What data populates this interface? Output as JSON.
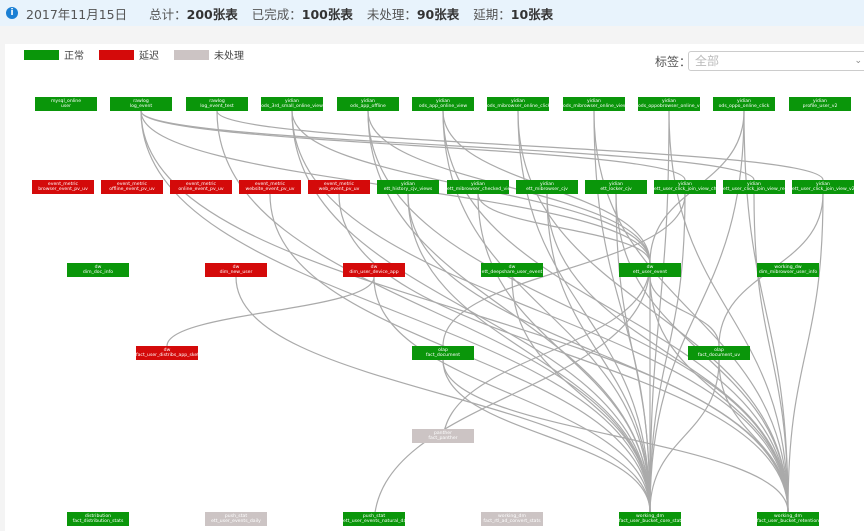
{
  "header": {
    "date": "2017年11月15日",
    "total_label": "总计：",
    "total": "200张表",
    "done_label": "已完成：",
    "done": "100张表",
    "pending_label": "未处理：",
    "pending": "90张表",
    "delay_label": "延期：",
    "delay": "10张表"
  },
  "legend": [
    {
      "label": "正常",
      "color": "#0a960a"
    },
    {
      "label": "延迟",
      "color": "#d40a0a"
    },
    {
      "label": "未处理",
      "color": "#ccc4c4"
    }
  ],
  "filter": {
    "label": "标签：",
    "placeholder": "全部"
  },
  "colors": {
    "normal": "#0a960a",
    "delay": "#d40a0a",
    "pending": "#ccc4c4",
    "edge": "#aaaaaa"
  },
  "nodes": [
    {
      "id": "n1",
      "db": "mysql_online",
      "table": "user",
      "status": "normal",
      "row": 0,
      "col": 0
    },
    {
      "id": "n2",
      "db": "rawlog",
      "table": "log_event",
      "status": "normal",
      "row": 0,
      "col": 1
    },
    {
      "id": "n3",
      "db": "rawlog",
      "table": "log_event_test",
      "status": "normal",
      "row": 0,
      "col": 2
    },
    {
      "id": "n4",
      "db": "yidian",
      "table": "ods_3rd_small_online_view",
      "status": "normal",
      "row": 0,
      "col": 3
    },
    {
      "id": "n5",
      "db": "yidian",
      "table": "ods_app_offline",
      "status": "normal",
      "row": 0,
      "col": 4
    },
    {
      "id": "n6",
      "db": "yidian",
      "table": "ods_app_online_view",
      "status": "normal",
      "row": 0,
      "col": 5
    },
    {
      "id": "n7",
      "db": "yidian",
      "table": "ods_mibrowser_online_click",
      "status": "normal",
      "row": 0,
      "col": 6
    },
    {
      "id": "n8",
      "db": "yidian",
      "table": "ods_mibrowser_online_view",
      "status": "normal",
      "row": 0,
      "col": 7
    },
    {
      "id": "n9",
      "db": "yidian",
      "table": "ods_oppobrowser_online_view",
      "status": "normal",
      "row": 0,
      "col": 8
    },
    {
      "id": "n10",
      "db": "yidian",
      "table": "ods_oppo_online_click",
      "status": "normal",
      "row": 0,
      "col": 9
    },
    {
      "id": "n11",
      "db": "yidian",
      "table": "profile_user_v2",
      "status": "normal",
      "row": 0,
      "col": 10
    },
    {
      "id": "e1",
      "db": "event_metric",
      "table": "browser_event_pv_uv",
      "status": "delay",
      "row": 1,
      "col": 0
    },
    {
      "id": "e2",
      "db": "event_metric",
      "table": "offline_event_pv_uv",
      "status": "delay",
      "row": 1,
      "col": 1
    },
    {
      "id": "e3",
      "db": "event_metric",
      "table": "online_event_pv_uv",
      "status": "delay",
      "row": 1,
      "col": 2
    },
    {
      "id": "e4",
      "db": "event_metric",
      "table": "website_event_pv_uv",
      "status": "delay",
      "row": 1,
      "col": 3
    },
    {
      "id": "e5",
      "db": "event_metric",
      "table": "web_event_pv_uv",
      "status": "delay",
      "row": 1,
      "col": 4
    },
    {
      "id": "e6",
      "db": "yidian",
      "table": "ett_history_cjv_views",
      "status": "normal",
      "row": 1,
      "col": 5
    },
    {
      "id": "e7",
      "db": "yidian",
      "table": "ett_mibrowser_checked_view",
      "status": "normal",
      "row": 1,
      "col": 6
    },
    {
      "id": "e8",
      "db": "yidian",
      "table": "ett_mibrowser_cjv",
      "status": "normal",
      "row": 1,
      "col": 7
    },
    {
      "id": "e9",
      "db": "yidian",
      "table": "ett_locker_cjv",
      "status": "normal",
      "row": 1,
      "col": 8
    },
    {
      "id": "e10",
      "db": "yidian",
      "table": "ett_user_click_join_view_check",
      "status": "normal",
      "row": 1,
      "col": 9
    },
    {
      "id": "e11",
      "db": "yidian",
      "table": "ett_user_click_join_view_related_nov",
      "status": "normal",
      "row": 1,
      "col": 10
    },
    {
      "id": "e12",
      "db": "yidian",
      "table": "ett_user_click_join_view_v2",
      "status": "normal",
      "row": 1,
      "col": 11
    },
    {
      "id": "d1",
      "db": "dw",
      "table": "dim_doc_info",
      "status": "normal",
      "row": 2,
      "col": 0
    },
    {
      "id": "d2",
      "db": "dw",
      "table": "dim_new_user",
      "status": "delay",
      "row": 2,
      "col": 1
    },
    {
      "id": "d3",
      "db": "dw",
      "table": "dim_user_device_app",
      "status": "delay",
      "row": 2,
      "col": 2
    },
    {
      "id": "d4",
      "db": "dw",
      "table": "ett_deepshare_user_event",
      "status": "normal",
      "row": 2,
      "col": 3
    },
    {
      "id": "d5",
      "db": "dw",
      "table": "ett_user_event",
      "status": "normal",
      "row": 2,
      "col": 4
    },
    {
      "id": "d6",
      "db": "working_dw",
      "table": "dim_mibrowser_user_info",
      "status": "normal",
      "row": 2,
      "col": 5
    },
    {
      "id": "f1",
      "db": "dw",
      "table": "fact_user_distribs_app_sketch",
      "status": "delay",
      "row": 3,
      "col": 0
    },
    {
      "id": "f2",
      "db": "olap",
      "table": "fact_document",
      "status": "normal",
      "row": 3,
      "col": 1
    },
    {
      "id": "f3",
      "db": "olap",
      "table": "fact_document_uv",
      "status": "normal",
      "row": 3,
      "col": 2
    },
    {
      "id": "p1",
      "db": "panther",
      "table": "fact_panther",
      "status": "pending",
      "row": 4,
      "col": 0
    },
    {
      "id": "b1",
      "db": "distribution",
      "table": "fact_distribution_stats",
      "status": "normal",
      "row": 5,
      "col": 0
    },
    {
      "id": "b2",
      "db": "push_stat",
      "table": "ett_user_events_daily",
      "status": "pending",
      "row": 5,
      "col": 1
    },
    {
      "id": "b3",
      "db": "push_stat",
      "table": "ett_user_events_natural_daily",
      "status": "normal",
      "row": 5,
      "col": 2
    },
    {
      "id": "b4",
      "db": "working_dm",
      "table": "fact_rtl_ad_convert_stats",
      "status": "pending",
      "row": 5,
      "col": 3
    },
    {
      "id": "b5",
      "db": "working_dm",
      "table": "fact_user_bucket_core_stats_day",
      "status": "normal",
      "row": 5,
      "col": 4
    },
    {
      "id": "b6",
      "db": "working_dm",
      "table": "fact_user_bucket_retention",
      "status": "normal",
      "row": 5,
      "col": 5
    }
  ],
  "edges": [
    [
      "n2",
      "d5"
    ],
    [
      "n2",
      "b5"
    ],
    [
      "n2",
      "b6"
    ],
    [
      "n2",
      "e10"
    ],
    [
      "n2",
      "e11"
    ],
    [
      "n3",
      "b5"
    ],
    [
      "n3",
      "e12"
    ],
    [
      "n4",
      "b5"
    ],
    [
      "n4",
      "b6"
    ],
    [
      "n4",
      "d5"
    ],
    [
      "n5",
      "b5"
    ],
    [
      "n5",
      "b6"
    ],
    [
      "n5",
      "d5"
    ],
    [
      "n6",
      "b5"
    ],
    [
      "n6",
      "b6"
    ],
    [
      "n6",
      "d5"
    ],
    [
      "n7",
      "b5"
    ],
    [
      "n7",
      "b6"
    ],
    [
      "n8",
      "b5"
    ],
    [
      "n8",
      "b6"
    ],
    [
      "n9",
      "b5"
    ],
    [
      "n9",
      "b6"
    ],
    [
      "n10",
      "b5"
    ],
    [
      "n10",
      "b6"
    ],
    [
      "n10",
      "d5"
    ],
    [
      "e4",
      "b5"
    ],
    [
      "e5",
      "b6"
    ],
    [
      "e6",
      "b5"
    ],
    [
      "e6",
      "b6"
    ],
    [
      "e7",
      "b5"
    ],
    [
      "e7",
      "d5"
    ],
    [
      "e8",
      "b5"
    ],
    [
      "e8",
      "b6"
    ],
    [
      "e9",
      "b5"
    ],
    [
      "e9",
      "b6"
    ],
    [
      "e10",
      "b5"
    ],
    [
      "e10",
      "f2"
    ],
    [
      "e11",
      "b6"
    ],
    [
      "e12",
      "b6"
    ],
    [
      "e12",
      "f3"
    ],
    [
      "d3",
      "f1"
    ],
    [
      "d3",
      "b5"
    ],
    [
      "d2",
      "b5"
    ],
    [
      "d4",
      "b5"
    ],
    [
      "d5",
      "b5"
    ],
    [
      "d5",
      "b6"
    ],
    [
      "d5",
      "f3"
    ],
    [
      "f2",
      "b5"
    ],
    [
      "f2",
      "b6"
    ],
    [
      "f3",
      "b5"
    ],
    [
      "f3",
      "b6"
    ],
    [
      "p1",
      "d5"
    ],
    [
      "b3",
      "d5"
    ]
  ]
}
